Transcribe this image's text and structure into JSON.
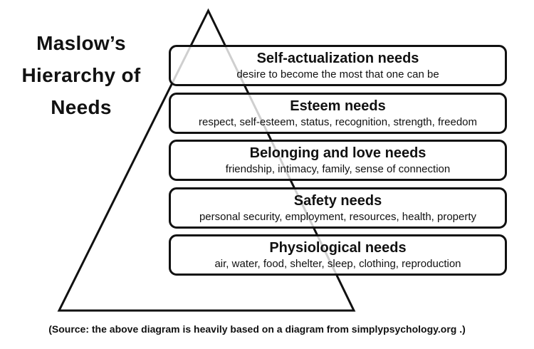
{
  "title": {
    "lines": [
      "Maslow’s",
      "Hierarchy of",
      "Needs"
    ]
  },
  "pyramid": {
    "levels": [
      {
        "heading": "Self-actualization needs",
        "description": "desire to become the most that one can be"
      },
      {
        "heading": "Esteem needs",
        "description": "respect, self-esteem, status, recognition, strength, freedom"
      },
      {
        "heading": "Belonging and love needs",
        "description": "friendship, intimacy, family, sense of connection"
      },
      {
        "heading": "Safety needs",
        "description": "personal security, employment, resources, health, property"
      },
      {
        "heading": "Physiological needs",
        "description": "air, water, food, shelter, sleep, clothing, reproduction"
      }
    ]
  },
  "source_note": "(Source: the above diagram is heavily based on a diagram from simplypsychology.org .)",
  "colors": {
    "ink": "#111111",
    "background": "#ffffff",
    "line_seen_through_box": "#c9c9c9"
  }
}
